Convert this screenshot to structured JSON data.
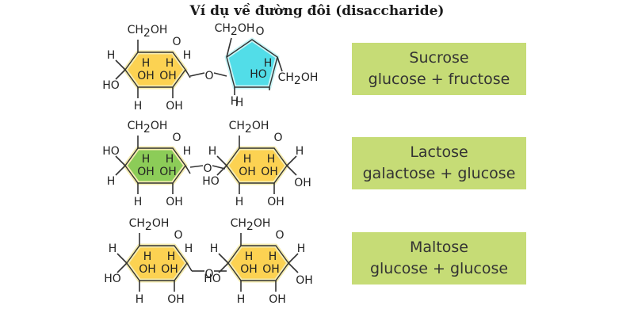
{
  "title": "Ví dụ về đường đôi (disaccharide)",
  "colors": {
    "glucose_ring": "#fcd252",
    "galactose_ring": "#8ccc58",
    "fructose_ring": "#52dde8",
    "label_box": "#c6dc76"
  },
  "rows": [
    {
      "name": "Sucrose",
      "composition": "glucose + fructose"
    },
    {
      "name": "Lactose",
      "composition": "galactose + glucose"
    },
    {
      "name": "Maltose",
      "composition": "glucose + glucose"
    }
  ],
  "atoms": {
    "O": "O",
    "H": "H",
    "OH": "OH",
    "HO": "HO",
    "CH": "CH",
    "two": "2",
    "CH2OH_tail": "OH"
  }
}
